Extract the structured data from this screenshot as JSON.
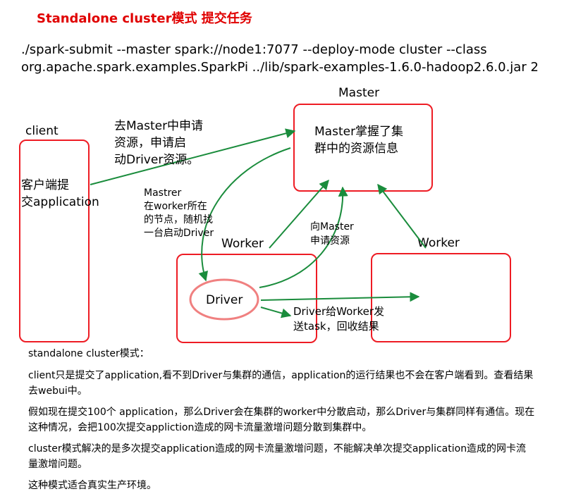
{
  "title": "Standalone cluster模式 提交任务",
  "command": {
    "line1": "./spark-submit --master spark://node1:7077 --deploy-mode cluster --class",
    "line2": "org.apache.spark.examples.SparkPi ../lib/spark-examples-1.6.0-hadoop2.6.0.jar 2"
  },
  "nodes": {
    "client": "client",
    "client_text": [
      "客户端提",
      "交application"
    ],
    "master": "Master",
    "master_text": [
      "Master掌握了集",
      "群中的资源信息"
    ],
    "worker1": "Worker",
    "worker2": "Worker",
    "driver": "Driver"
  },
  "annotations": {
    "client_to_master": [
      "去Master中申请",
      "资源，申请启",
      "动Driver资源。"
    ],
    "master_to_worker": [
      "Mastrer",
      "在worker所在",
      "的节点，随机找",
      "一台启动Driver"
    ],
    "driver_to_master": [
      "向Master",
      "申请资源"
    ],
    "driver_to_worker": [
      "Driver给Worker发",
      "送task，回收结果"
    ]
  },
  "notes": {
    "heading": "standalone cluster模式：",
    "p1": "client只是提交了application,看不到Driver与集群的通信，application的运行结果也不会在客户端看到。查看结果去webui中。",
    "p2": "假如现在提交100个 application，那么Driver会在集群的worker中分散启动，那么Driver与集群同样有通信。现在这种情况，会把100次提交appliction造成的网卡流量激增问题分散到集群中。",
    "p3": "cluster模式解决的是多次提交application造成的网卡流量激增问题，不能解决单次提交application造成的网卡流量激增问题。",
    "p4": "这种模式适合真实生产环境。"
  },
  "colors": {
    "title": "#e00000",
    "box_border": "#ee1c24",
    "arrow": "#1a8c3c",
    "driver_ellipse": "#f08080"
  }
}
